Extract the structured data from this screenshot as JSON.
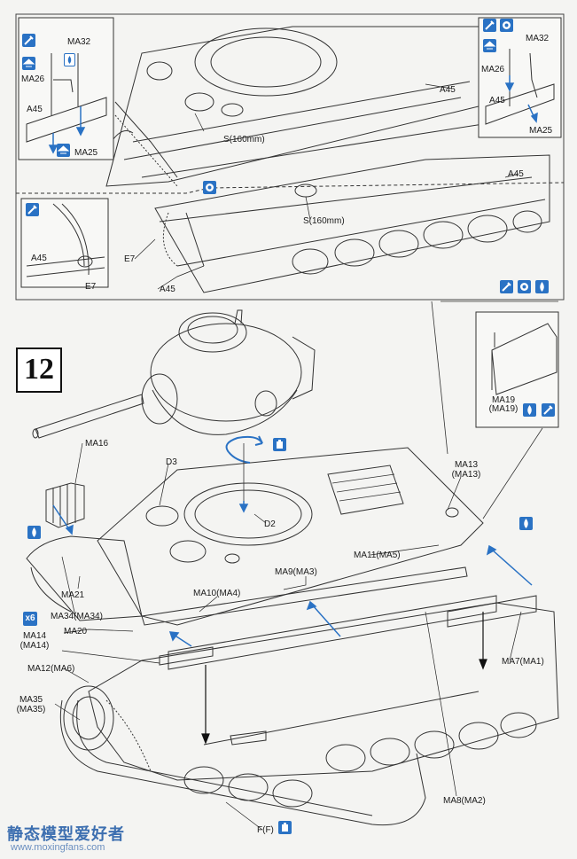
{
  "step": {
    "number": "12"
  },
  "top_panel": {
    "main_labels": {
      "s_top": "S(160mm)",
      "a45_top": "A45",
      "a45_right": "A45",
      "s_mid": "S(160mm)",
      "e7": "E7",
      "a45_bottom": "A45"
    },
    "inset_left_top": {
      "ma32": "MA32",
      "ma26": "MA26",
      "a45": "A45",
      "ma25": "MA25"
    },
    "inset_right_top": {
      "ma32": "MA32",
      "ma26": "MA26",
      "a45": "A45",
      "ma25": "MA25"
    },
    "inset_left_bottom": {
      "a45": "A45",
      "e7": "E7"
    }
  },
  "bottom_panel": {
    "inset_right": {
      "ma19": "MA19",
      "ma19_alt": "(MA19)"
    },
    "labels": {
      "ma16": "MA16",
      "d3": "D3",
      "d2": "D2",
      "ma13": "MA13",
      "ma13_alt": "(MA13)",
      "ma11": "MA11(MA5)",
      "ma9": "MA9(MA3)",
      "ma10": "MA10(MA4)",
      "ma21": "MA21",
      "ma34": "MA34(MA34)",
      "ma14": "MA14",
      "ma14_alt": "(MA14)",
      "ma20": "MA20",
      "ma12": "MA12(MA6)",
      "ma35": "MA35",
      "ma35_alt": "(MA35)",
      "ma7": "MA7(MA1)",
      "ma8": "MA8(MA2)",
      "f": "F(F)"
    },
    "multiplier": "x6"
  },
  "watermark": {
    "title": "静态模型爱好者",
    "url": "www.moxingfans.com"
  },
  "icons": {
    "color": "#2a72c4",
    "names": [
      "brush-icon",
      "paint-drop-icon",
      "flip-icon",
      "glue-icon",
      "cement-icon"
    ]
  }
}
